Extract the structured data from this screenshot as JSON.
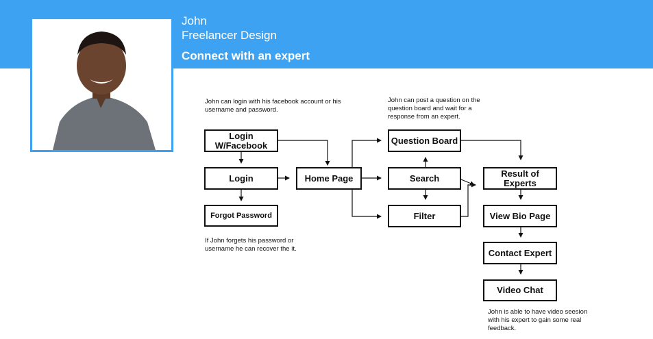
{
  "persona": {
    "name": "John",
    "role": "Freelancer Design",
    "goal": "Connect with an expert"
  },
  "flow": {
    "boxes": {
      "login_facebook": "Login W/Facebook",
      "login": "Login",
      "forgot_password": "Forgot Password",
      "home_page": "Home Page",
      "question_board": "Question Board",
      "search": "Search",
      "filter": "Filter",
      "result_of_experts": "Result of Experts",
      "view_bio_page": "View Bio Page",
      "contact_expert": "Contact Expert",
      "video_chat": "Video Chat"
    },
    "notes": {
      "login_note": "John can login with his facebook account or his username and password.",
      "question_note": "John can post a question on the question board and wait for a response from an expert.",
      "forgot_note": "If John forgets his password or username he can recover the it.",
      "video_note": "John is able to have video seesion with his expert to gain some real feedback."
    }
  }
}
